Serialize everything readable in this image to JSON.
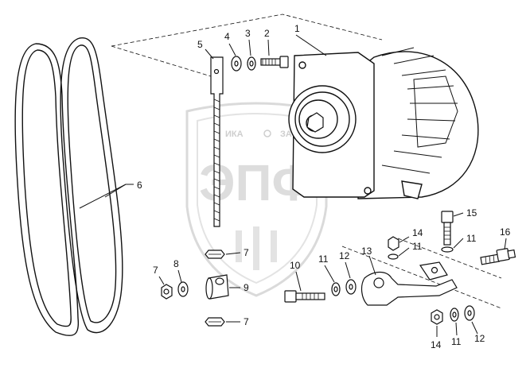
{
  "figure": {
    "callouts": [
      "1",
      "2",
      "3",
      "4",
      "5",
      "6",
      "7",
      "7",
      "7",
      "8",
      "9",
      "10",
      "11",
      "11",
      "11",
      "11",
      "12",
      "12",
      "13",
      "14",
      "14",
      "15",
      "16"
    ]
  },
  "watermark": {
    "word_left": "ИКА",
    "word_right": "ЗА",
    "letters": "ЭПФ"
  },
  "colors": {
    "ink": "#111111",
    "watermark": "#d6d6d6"
  }
}
